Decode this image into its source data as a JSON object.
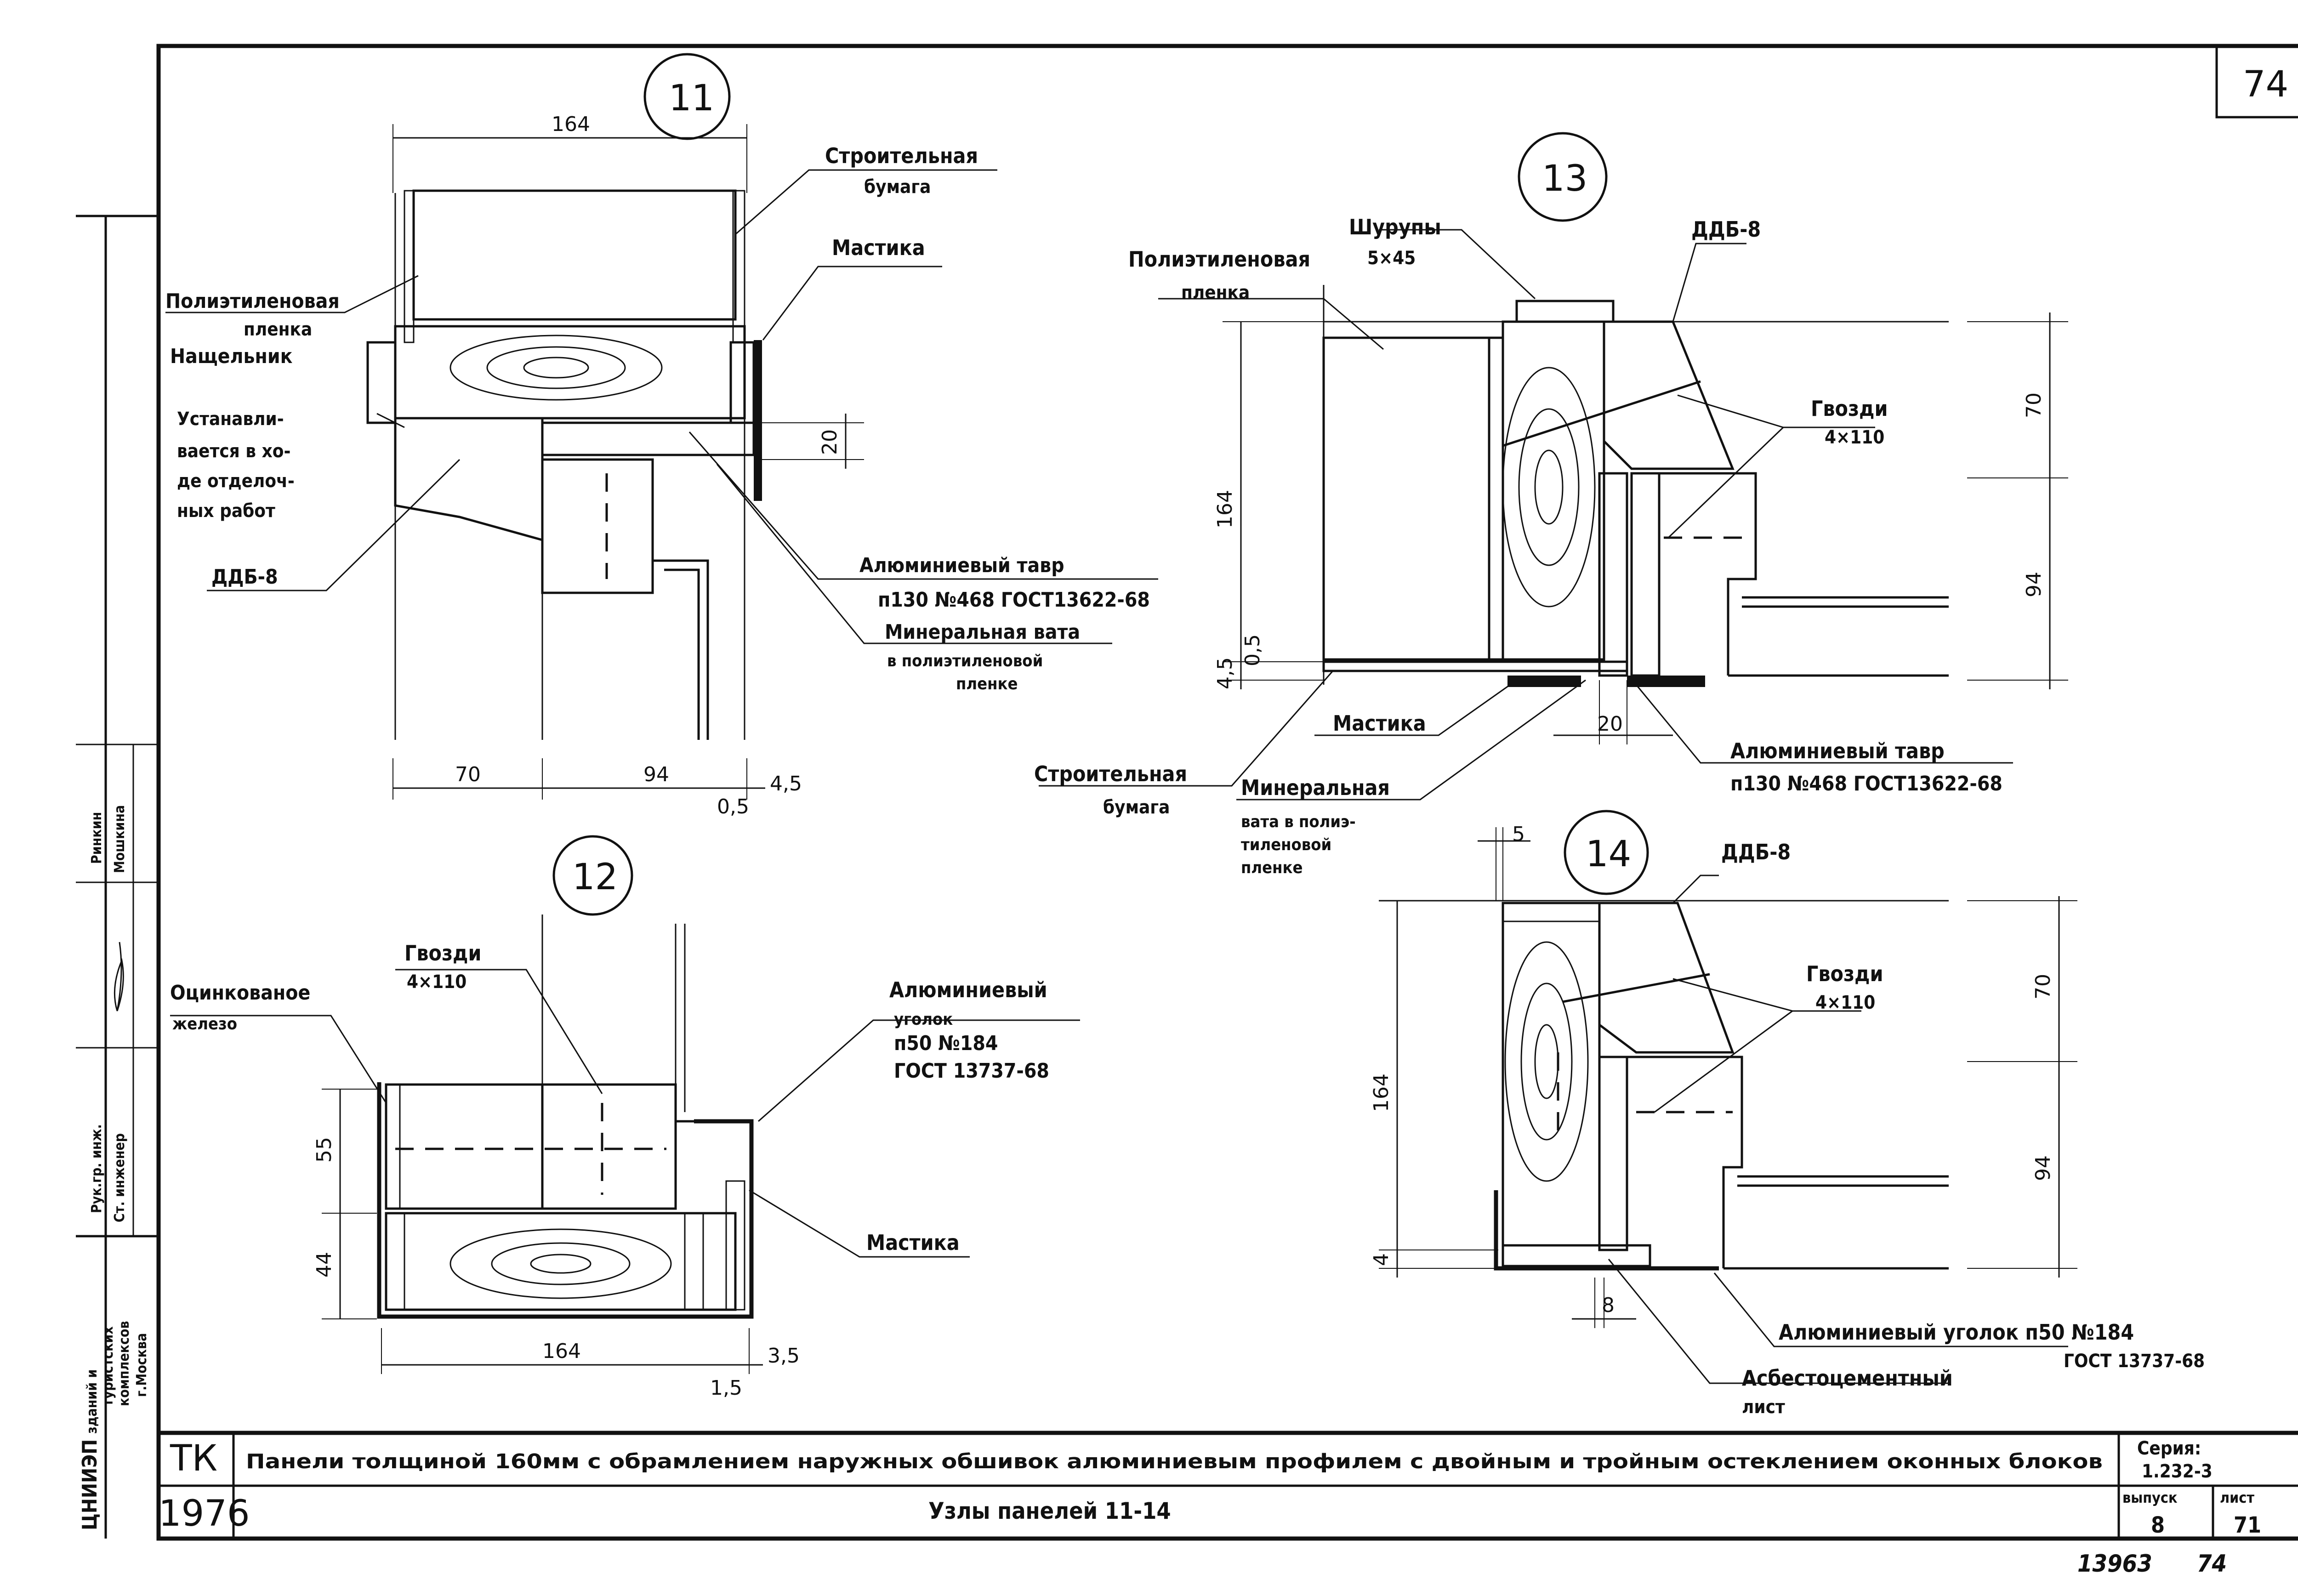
{
  "sheet_number": "74",
  "archive_number": "13963",
  "archive_sheet": "74",
  "node11": {
    "number": "11",
    "dim_top": "164",
    "dim_bottom_left": "70",
    "dim_bottom_mid": "94",
    "dim_bottom_r1": "4,5",
    "dim_bottom_r2": "0,5",
    "dim_20": "20",
    "label_paper_1": "Строительная",
    "label_paper_2": "бумага",
    "label_mastic": "Мастика",
    "label_film_1": "Полиэтиленовая",
    "label_film_2": "пленка",
    "label_strip": "Нащельник",
    "label_install_1": "Устанавли-",
    "label_install_2": "вается в хо-",
    "label_install_3": "де отделоч-",
    "label_install_4": "ных работ",
    "label_ddb": "ДДБ-8",
    "label_tee_1": "Алюминиевый тавр",
    "label_tee_2": "п130 №468 ГОСТ13622-68",
    "label_wool_1": "Минеральная вата",
    "label_wool_2": "в полиэтиленовой",
    "label_wool_3": "пленке"
  },
  "node12": {
    "number": "12",
    "label_nails_1": "Гвозди",
    "label_nails_2": "4×110",
    "label_zinc_1": "Оцинкованое",
    "label_zinc_2": "железо",
    "label_angle_1": "Алюминиевый",
    "label_angle_2": "уголок",
    "label_angle_3": "п50 №184",
    "label_angle_4": "ГОСТ 13737-68",
    "label_mastic": "Мастика",
    "dim_55": "55",
    "dim_44": "44",
    "dim_164": "164",
    "dim_35": "3,5",
    "dim_15": "1,5"
  },
  "node13": {
    "number": "13",
    "label_screws_1": "Шурупы",
    "label_screws_2": "5×45",
    "label_ddb": "ДДБ-8",
    "label_film_1": "Полиэтиленовая",
    "label_film_2": "пленка",
    "label_nails_1": "Гвозди",
    "label_nails_2": "4×110",
    "label_mastic": "Мастика",
    "label_paper_1": "Строительная",
    "label_paper_2": "бумага",
    "label_wool_1": "Минеральная",
    "label_wool_2": "вата в полиэ-",
    "label_wool_3": "тиленовой",
    "label_wool_4": "пленке",
    "label_tee_1": "Алюминиевый тавр",
    "label_tee_2": "п130 №468 ГОСТ13622-68",
    "dim_164": "164",
    "dim_70": "70",
    "dim_94": "94",
    "dim_20": "20",
    "dim_45": "4,5",
    "dim_05": "0,5"
  },
  "node14": {
    "number": "14",
    "label_ddb": "ДДБ-8",
    "label_nails_1": "Гвозди",
    "label_nails_2": "4×110",
    "label_angle_1": "Алюминиевый уголок п50 №184",
    "label_angle_2": "ГОСТ 13737-68",
    "label_asb_1": "Асбестоцементный",
    "label_asb_2": "лист",
    "dim_5": "5",
    "dim_164": "164",
    "dim_70": "70",
    "dim_94": "94",
    "dim_4": "4",
    "dim_8": "8"
  },
  "side_stamp": {
    "org_1": "ЦНИИЭП",
    "org_2": "зданий и",
    "org_3": "туристских",
    "org_4": "комплексов",
    "org_5": "г.Москва",
    "role_1": "Рук.гр. инж.",
    "role_2": "Ст. инженер",
    "name_1": "Ринкин",
    "name_2": "Мошкина"
  },
  "title_block": {
    "code": "ТК",
    "year": "1976",
    "title": "Панели толщиной 160мм с обрамлением наружных обшивок алюминиевым профилем с двойным и тройным остеклением оконных блоков",
    "subtitle": "Узлы панелей 11-14",
    "series_label": "Серия:",
    "series_value": "1.232-3",
    "issue_label": "выпуск",
    "issue_value": "8",
    "sheet_label": "лист",
    "sheet_value": "71"
  }
}
